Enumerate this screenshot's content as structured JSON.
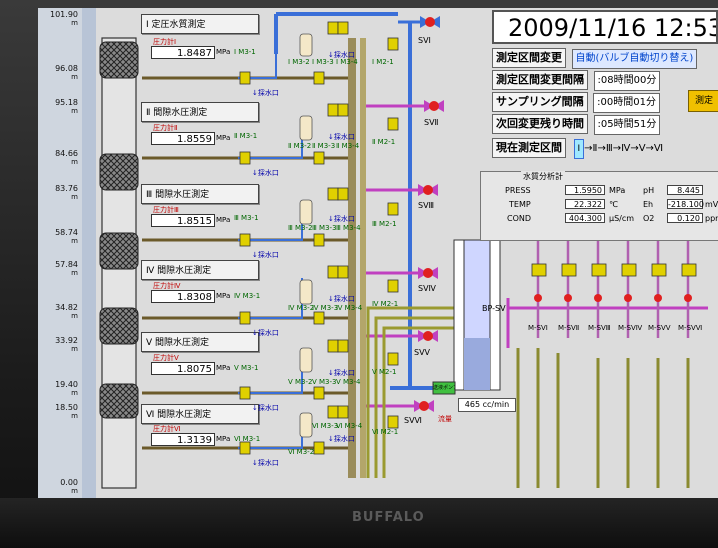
{
  "depth_scale": [
    "101.90",
    "96.08",
    "95.18",
    "84.66",
    "83.76",
    "58.74",
    "57.84",
    "34.82",
    "33.92",
    "19.40",
    "18.50",
    "0.00"
  ],
  "depth_unit": "m",
  "sections": [
    {
      "title": "Ⅰ 定圧水質測定",
      "gauge_label": "圧力計Ⅰ",
      "pressure": "1.8487",
      "unit": "MPa",
      "valve_tag": "Ⅰ M3-1",
      "sampling": "採水口",
      "valve_tags": [
        "Ⅰ M3-2",
        "Ⅰ M3-3",
        "Ⅰ M3-4"
      ],
      "m2_tag": "Ⅰ M2-1",
      "sv": "SVⅠ"
    },
    {
      "title": "Ⅱ 間隙水圧測定",
      "gauge_label": "圧力計Ⅱ",
      "pressure": "1.8559",
      "unit": "MPa",
      "valve_tag": "Ⅱ M3-1",
      "sampling": "採水口",
      "valve_tags": [
        "Ⅱ M3-2",
        "Ⅱ M3-3",
        "Ⅱ M3-4"
      ],
      "m2_tag": "Ⅱ M2-1",
      "sv": "SVⅡ"
    },
    {
      "title": "Ⅲ 間隙水圧測定",
      "gauge_label": "圧力計Ⅲ",
      "pressure": "1.8515",
      "unit": "MPa",
      "valve_tag": "Ⅲ M3-1",
      "sampling": "採水口",
      "valve_tags": [
        "Ⅲ M3-2",
        "Ⅲ M3-3",
        "Ⅲ M3-4"
      ],
      "m2_tag": "Ⅲ M2-1",
      "sv": "SVⅢ"
    },
    {
      "title": "Ⅳ 間隙水圧測定",
      "gauge_label": "圧力計Ⅳ",
      "pressure": "1.8308",
      "unit": "MPa",
      "valve_tag": "Ⅳ M3-1",
      "sampling": "採水口",
      "valve_tags": [
        "Ⅳ M3-2",
        "Ⅳ M3-3",
        "Ⅳ M3-4"
      ],
      "m2_tag": "Ⅳ M2-1",
      "sv": "SVⅣ"
    },
    {
      "title": "Ⅴ 間隙水圧測定",
      "gauge_label": "圧力計Ⅴ",
      "pressure": "1.8075",
      "unit": "MPa",
      "valve_tag": "Ⅴ M3-1",
      "sampling": "採水口",
      "valve_tags": [
        "Ⅴ M3-2",
        "Ⅴ M3-3",
        "Ⅴ M3-4"
      ],
      "m2_tag": "Ⅴ M2-1",
      "sv": "SVⅤ"
    },
    {
      "title": "Ⅵ 間隙水圧測定",
      "gauge_label": "圧力計Ⅵ",
      "pressure": "1.3139",
      "unit": "MPa",
      "valve_tag": "Ⅵ M3-1",
      "sampling": "採水口",
      "valve_tags": [
        "Ⅵ M3-2",
        "Ⅵ M3-3",
        "Ⅵ M3-4"
      ],
      "m2_tag": "Ⅵ M2-1",
      "sv": "SVⅥ"
    }
  ],
  "header": {
    "datetime": "2009/11/16 12:53",
    "change_label": "測定区間変更",
    "change_value": "自動(バルブ自動切り替え)",
    "interval_label": "測定区間変更間隔",
    "interval_value": ":08時間00分",
    "sampling_label": "サンプリング間隔",
    "sampling_value": ":00時間01分",
    "next_label": "次回変更残り時間",
    "next_value": ":05時間51分",
    "current_label": "現在測定区間",
    "current_flow": "→Ⅱ→Ⅲ→Ⅳ→Ⅴ→Ⅵ",
    "current_active": "Ⅰ",
    "side_button": "測定"
  },
  "analyzer": {
    "title": "水質分析計",
    "press_label": "PRESS",
    "press_value": "1.5950",
    "press_unit": "MPa",
    "temp_label": "TEMP",
    "temp_value": "22.322",
    "temp_unit": "℃",
    "cond_label": "COND",
    "cond_value": "404.300",
    "cond_unit": "μS/cm",
    "ph_label": "pH",
    "ph_value": "8.445",
    "eh_label": "Eh",
    "eh_value": "-218.100",
    "eh_unit": "mV",
    "o2_label": "O2",
    "o2_value": "0.120",
    "o2_unit": "ppm"
  },
  "bp_label": "BP-SV",
  "pump_label": "送液ポンプ",
  "flow_value": "465",
  "flow_unit": "cc/min",
  "waste_label": "流量",
  "m_sv_labels": [
    "M-SVⅠ",
    "M-SVⅡ",
    "M-SVⅢ",
    "M-SVⅣ",
    "M-SVⅤ",
    "M-SVⅥ"
  ],
  "brand": "BUFFALO",
  "colors": {
    "pipe_blue": "#3a6fd8",
    "pipe_brown": "#8b7a4a",
    "pipe_purple": "#c040c0",
    "valve_yellow": "#e0d000",
    "valve_red": "#e02020"
  }
}
